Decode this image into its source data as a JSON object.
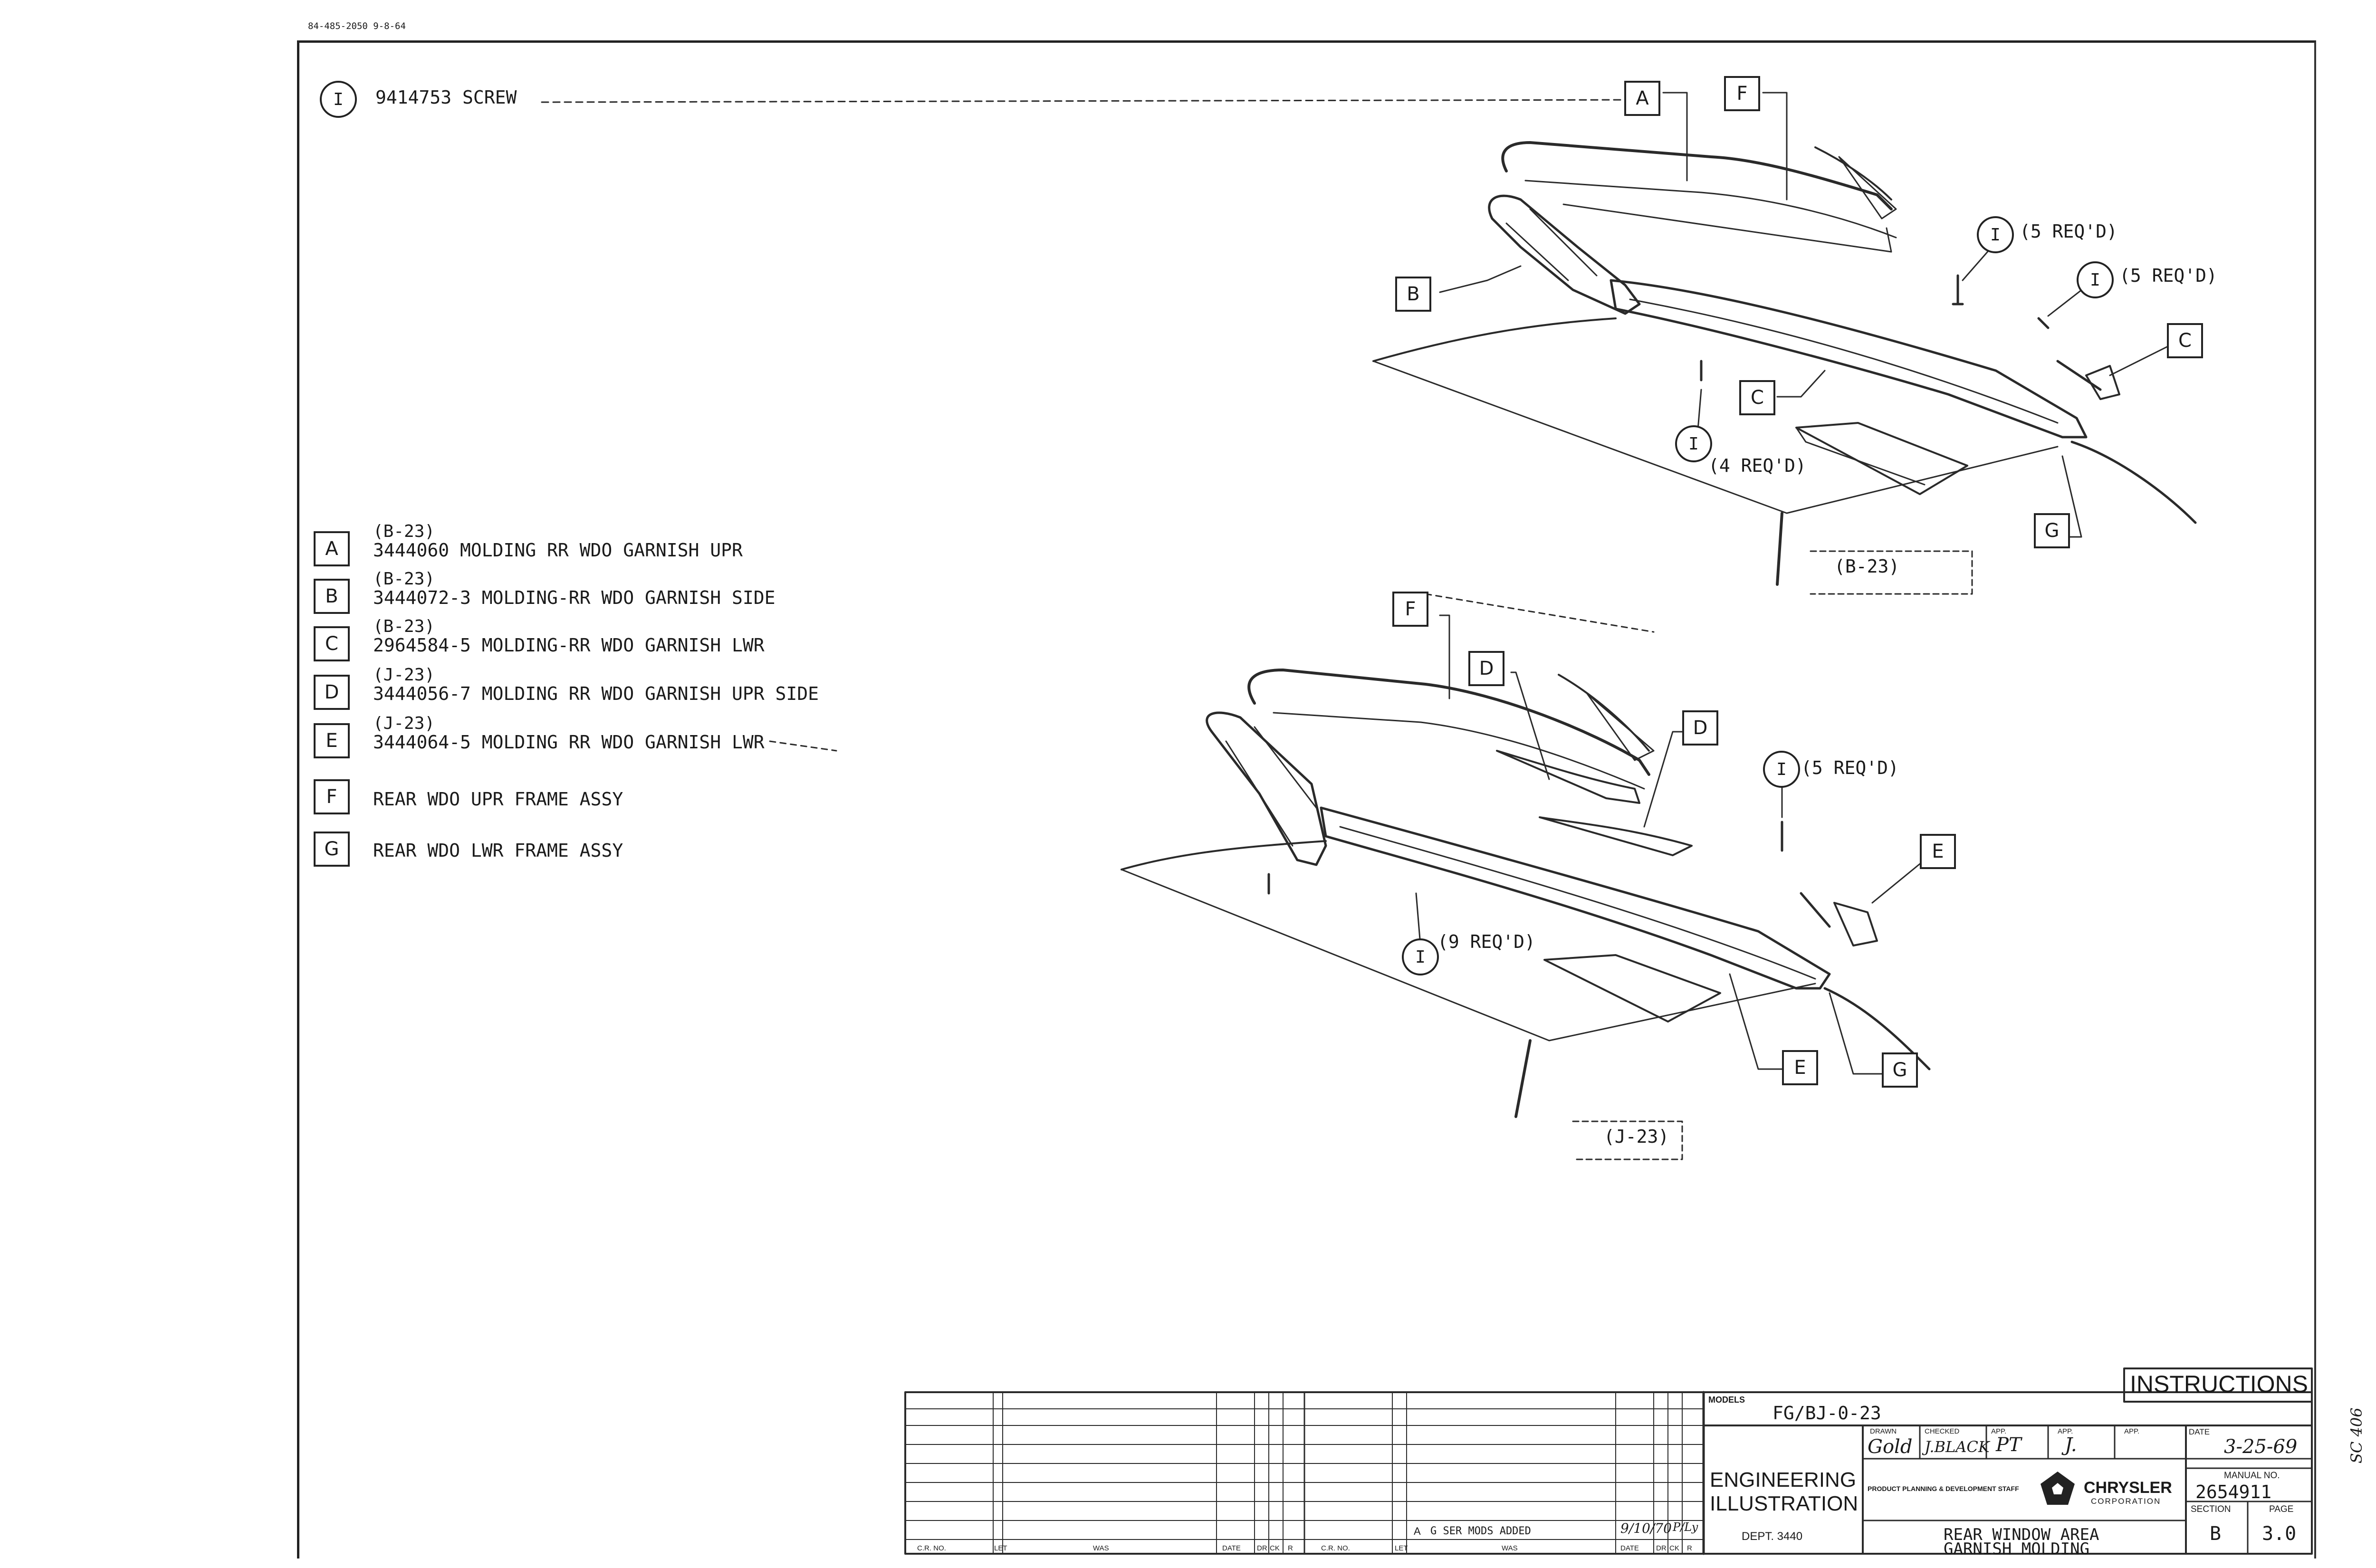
{
  "doc_code": "84-485-2050 9-8-64",
  "screw": {
    "callout": "I",
    "text": "9414753 SCREW"
  },
  "legend": [
    {
      "letter": "A",
      "ref": "(B-23)",
      "text": "3444060 MOLDING RR WDO GARNISH UPR"
    },
    {
      "letter": "B",
      "ref": "(B-23)",
      "text": "3444072-3 MOLDING-RR WDO GARNISH SIDE"
    },
    {
      "letter": "C",
      "ref": "(B-23)",
      "text": "2964584-5 MOLDING-RR WDO GARNISH LWR"
    },
    {
      "letter": "D",
      "ref": "(J-23)",
      "text": "3444056-7 MOLDING RR WDO GARNISH UPR SIDE"
    },
    {
      "letter": "E",
      "ref": "(J-23)",
      "text": "3444064-5 MOLDING RR WDO GARNISH LWR"
    },
    {
      "letter": "F",
      "ref": "",
      "text": "REAR WDO UPR FRAME ASSY"
    },
    {
      "letter": "G",
      "ref": "",
      "text": "REAR WDO LWR FRAME ASSY"
    }
  ],
  "top_view": {
    "label": "(B-23)",
    "callouts": {
      "A": "A",
      "F": "F",
      "B": "B",
      "C1": "C",
      "C2": "C",
      "G": "G",
      "I": "I"
    },
    "qty": [
      "(5 REQ'D)",
      "(5 REQ'D)",
      "(4 REQ'D)"
    ]
  },
  "bottom_view": {
    "label": "(J-23)",
    "callouts": {
      "F": "F",
      "D1": "D",
      "D2": "D",
      "E1": "E",
      "E2": "E",
      "G": "G",
      "I": "I"
    },
    "qty": [
      "(5 REQ'D)",
      "(9 REQ'D)"
    ]
  },
  "title_block": {
    "instructions": "INSTRUCTIONS",
    "models_label": "MODELS",
    "models_value": "FG/BJ-0-23",
    "drawn_label": "DRAWN",
    "drawn_value": "Gold",
    "checked_label": "CHECKED",
    "checked_value": "J.BLACK",
    "app_label": "APP.",
    "app_value_1": "PT",
    "app_value_2": "J.",
    "date_label": "DATE",
    "date_value": "3-25-69",
    "dept_line1": "ENGINEERING",
    "dept_line2": "ILLUSTRATION",
    "dept_code": "DEPT. 3440",
    "staff": "PRODUCT PLANNING & DEVELOPMENT STAFF",
    "company": "CHRYSLER",
    "company_sub": "CORPORATION",
    "manual_label": "MANUAL NO.",
    "manual_value": "2654911",
    "title_line1": "REAR WINDOW AREA",
    "title_line2": "GARNISH MOLDING",
    "section_label": "SECTION",
    "section_value": "B",
    "page_label": "PAGE",
    "page_value": "3.0"
  },
  "revision": {
    "entry_letter": "A",
    "entry_text": "G SER MODS ADDED",
    "entry_date": "9/10/70",
    "entry_by": "P/Ly",
    "col_cr_no": "C.R. NO.",
    "col_let": "LET",
    "col_was": "WAS",
    "col_date": "DATE",
    "col_drck": "DR",
    "col_ck": "CK",
    "col_r": "R"
  },
  "margin_note": "SC 406"
}
